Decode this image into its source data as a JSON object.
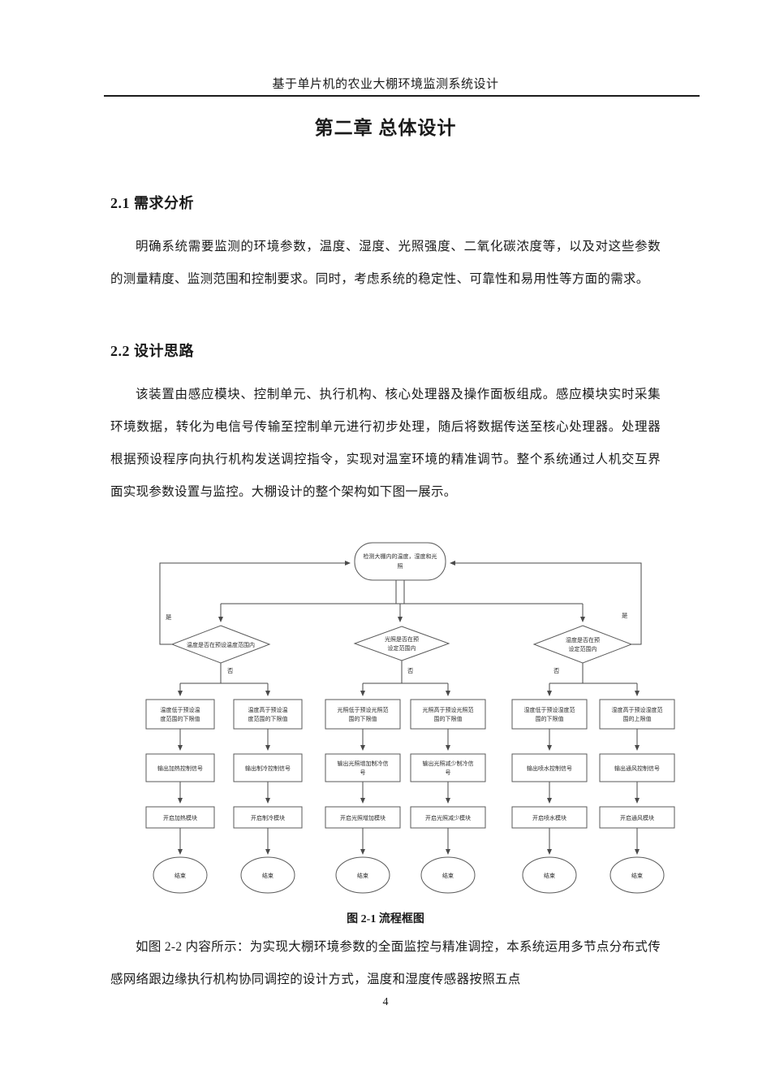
{
  "page": {
    "header_title": "基于单片机的农业大棚环境监测系统设计",
    "chapter_title": "第二章 总体设计",
    "page_number": "4"
  },
  "sections": [
    {
      "heading": "2.1 需求分析",
      "paragraph": "明确系统需要监测的环境参数，温度、湿度、光照强度、二氧化碳浓度等，以及对这些参数的测量精度、监测范围和控制要求。同时，考虑系统的稳定性、可靠性和易用性等方面的需求。"
    },
    {
      "heading": "2.2 设计思路",
      "paragraph": "该装置由感应模块、控制单元、执行机构、核心处理器及操作面板组成。感应模块实时采集环境数据，转化为电信号传输至控制单元进行初步处理，随后将数据传送至核心处理器。处理器根据预设程序向执行机构发送调控指令，实现对温室环境的精准调节。整个系统通过人机交互界面实现参数设置与监控。大棚设计的整个架构如下图一展示。"
    }
  ],
  "figure": {
    "caption": "图 2-1 流程框图",
    "flowchart": {
      "yes": "是",
      "no": "否",
      "end": "结束",
      "start": {
        "line1": "检测大棚内的温度，湿度和光",
        "line2": "照"
      },
      "diamonds": [
        {
          "line1": "温度是否在预设温度范围内",
          "line2": ""
        },
        {
          "line1": "光照是否在预",
          "line2": "设定范围内"
        },
        {
          "line1": "湿度是否在预",
          "line2": "设定范围内"
        }
      ],
      "columns": [
        {
          "cond1": "温度低于预设温",
          "cond2": "度范围的下限值",
          "sig1": "输出加热控制信号",
          "sig2": "",
          "module": "开启加热模块"
        },
        {
          "cond1": "温度高于预设温",
          "cond2": "度范围的下限值",
          "sig1": "输出制冷控制信号",
          "sig2": "",
          "module": "开启制冷模块"
        },
        {
          "cond1": "光照低于预设光照范",
          "cond2": "围的下限值",
          "sig1": "输出光照增加制冷信",
          "sig2": "号",
          "module": "开启光照增加模块"
        },
        {
          "cond1": "光照高于预设光照范",
          "cond2": "围的下限值",
          "sig1": "输出光照减少制冷信",
          "sig2": "号",
          "module": "开启光照减少模块"
        },
        {
          "cond1": "湿度低于预设湿度范",
          "cond2": "围的下限值",
          "sig1": "输出喷水控制信号",
          "sig2": "",
          "module": "开启喷水模块"
        },
        {
          "cond1": "湿度高于预设湿度范",
          "cond2": "围的上限值",
          "sig1": "输出通风控制信号",
          "sig2": "",
          "module": "开启通风模块"
        }
      ]
    }
  },
  "closing_paragraph": "如图 2-2 内容所示：为实现大棚环境参数的全面监控与精准调控，本系统运用多节点分布式传感网络跟边缘执行机构协同调控的设计方式，温度和湿度传感器按照五点"
}
